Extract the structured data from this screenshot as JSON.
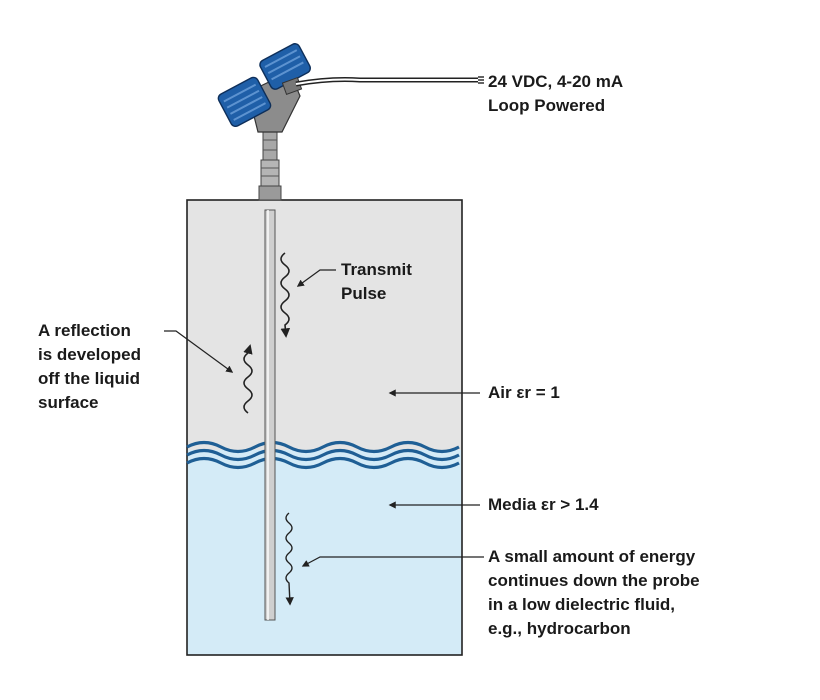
{
  "labels": {
    "power": [
      "24 VDC, 4-20 mA",
      "Loop Powered"
    ],
    "transmit": [
      "Transmit",
      "Pulse"
    ],
    "reflection": [
      "A reflection",
      "is developed",
      "off the liquid",
      "surface"
    ],
    "air": "Air εr = 1",
    "media": "Media εr > 1.4",
    "energy": [
      "A small amount of energy",
      "continues down the probe",
      "in a low dielectric fluid,",
      "e.g., hydrocarbon"
    ]
  },
  "colors": {
    "tank_outline": "#222222",
    "air_fill": "#e4e4e4",
    "liquid_fill": "#d4ebf7",
    "wave_blue": "#1f5f95",
    "transmitter_blue": "#1f5fa8",
    "housing_grey": "#8c8c8c",
    "probe_grey": "#bdbdbd"
  }
}
